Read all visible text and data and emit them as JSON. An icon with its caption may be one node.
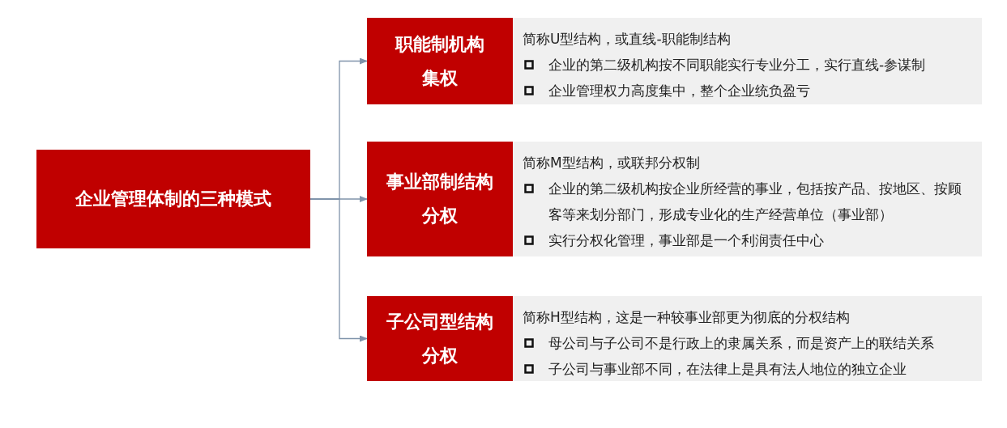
{
  "diagram": {
    "nodes": [
      {
        "text": [
          "企业管理体制的三种模式"
        ]
      },
      {
        "text": [
          "职能制机构",
          "集权"
        ]
      },
      {
        "text": [
          "简称U型结构，或直线-职能制结构",
          "企业的第二级机构按不同职能实行专业分工，实行直线-参谋制",
          "企业管理权力高度集中，整个企业统负盈亏"
        ]
      },
      {
        "text": [
          "事业部制结构",
          "分权"
        ]
      },
      {
        "text": [
          "简称M型结构，或联邦分权制",
          "企业的第二级机构按企业所经营的事业，包括按产品、按地区、按顾客等来划分部门，形成专业化的生产经营单位（事业部）",
          "实行分权化管理，事业部是一个利润责任中心"
        ]
      },
      {
        "text": [
          "子公司型结构",
          "分权"
        ]
      },
      {
        "text": [
          "简称H型结构，这是一种较事业部更为彻底的分权结构",
          "母公司与子公司不是行政上的隶属关系，而是资产上的联结关系",
          "子公司与事业部不同，在法律上是具有法人地位的独立企业"
        ]
      }
    ],
    "edges": [
      {
        "from": 0,
        "to": 1,
        "arrow": "to"
      },
      {
        "from": 0,
        "to": 3,
        "arrow": "to"
      },
      {
        "from": 0,
        "to": 5,
        "arrow": "to"
      }
    ]
  }
}
